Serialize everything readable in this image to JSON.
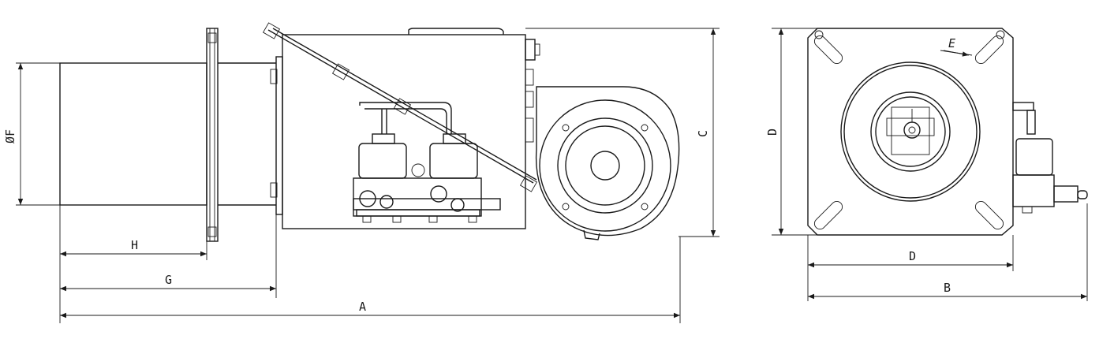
{
  "side_view": {
    "labels": {
      "A": "A",
      "C": "C",
      "F": "ØF",
      "G": "G",
      "H": "H"
    }
  },
  "front_view": {
    "labels": {
      "B": "B",
      "D_vertical": "D",
      "D_horizontal": "D",
      "E": "E"
    }
  },
  "colors": {
    "line": "#1a1a1a",
    "background": "#ffffff"
  }
}
